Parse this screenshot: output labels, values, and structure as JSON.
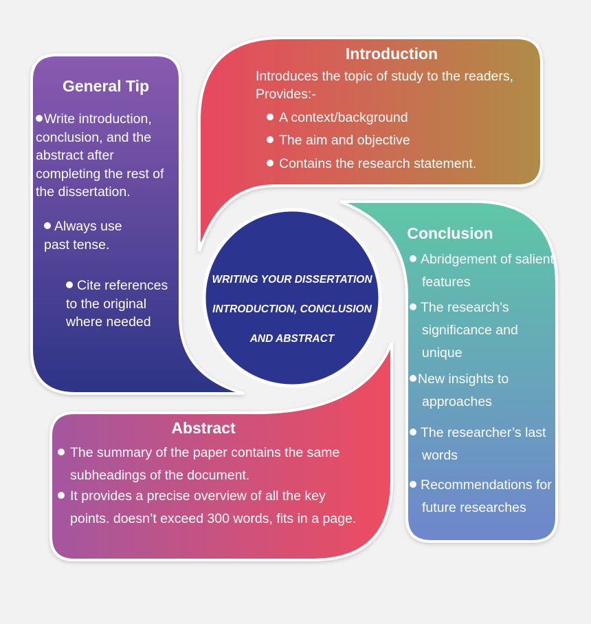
{
  "center": {
    "lines": [
      "WRITING YOUR DISSERTATION",
      "INTRODUCTION, CONCLUSION",
      "AND ABSTRACT"
    ]
  },
  "general_tip": {
    "title": "General Tip",
    "items": [
      "Write introduction, conclusion, and the abstract after completing the rest of the dissertation.",
      "Always use past tense.",
      "Cite references to the original where needed"
    ]
  },
  "introduction": {
    "title": "Introduction",
    "intro_line1": "Introduces the topic of study to the readers,",
    "intro_line2": "Provides:-",
    "items": [
      "A context/background",
      "The aim and objective",
      "Contains the research statement."
    ]
  },
  "conclusion": {
    "title": "Conclusion",
    "items": [
      "Abridgement of salient features",
      "The research’s significance and unique",
      "New insights to approaches",
      "The researcher’s last words",
      "Recommendations for future researches"
    ]
  },
  "abstract": {
    "title": "Abstract",
    "items": [
      "The summary of the paper contains the same subheadings of the document.",
      "It provides a precise overview of all the key points. doesn’t exceed 300 words, fits in a page."
    ]
  },
  "colors": {
    "background": "#f2f2f2",
    "center_circle": "#2b3590",
    "general_tip_top": "#8a5bb0",
    "general_tip_bottom": "#2c3486",
    "introduction_left": "#e9475f",
    "introduction_right": "#b08c46",
    "conclusion_top": "#5ec7a6",
    "conclusion_bottom": "#6f86cc",
    "abstract_left": "#a3579f",
    "abstract_right": "#ee4d5f"
  }
}
